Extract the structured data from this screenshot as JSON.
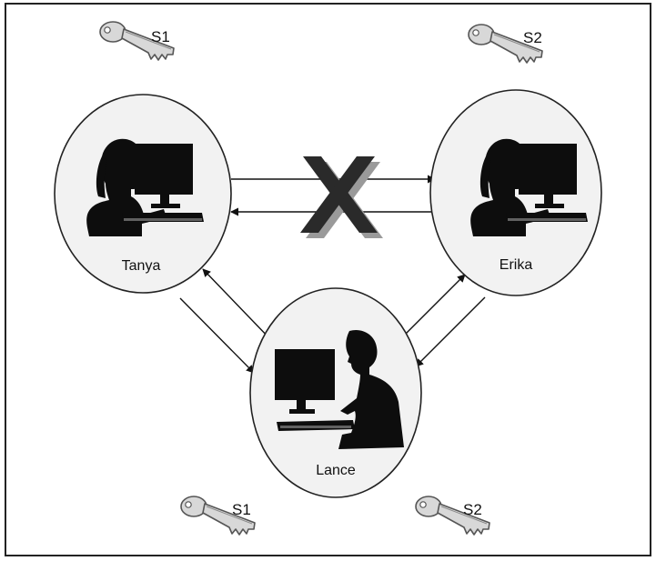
{
  "colors": {
    "outline": "#222222",
    "person": "#0d0d0d",
    "node_fill": "#f2f2f2",
    "key_fill": "#d8d8d8",
    "key_stroke": "#555555",
    "x_mark": "#2a2a2a",
    "x_shadow": "#9a9a9a"
  },
  "nodes": {
    "tanya": {
      "label": "Tanya",
      "icon": "woman-at-computer-icon"
    },
    "erika": {
      "label": "Erika",
      "icon": "woman-at-computer-icon"
    },
    "lance": {
      "label": "Lance",
      "icon": "man-at-computer-icon"
    }
  },
  "keys": {
    "top_left": {
      "label": "S1",
      "icon": "key-icon"
    },
    "top_right": {
      "label": "S2",
      "icon": "key-icon"
    },
    "bottom_left": {
      "label": "S1",
      "icon": "key-icon"
    },
    "bottom_right": {
      "label": "S2",
      "icon": "key-icon"
    }
  },
  "connections": [
    {
      "from": "Tanya",
      "to": "Erika",
      "status": "blocked"
    },
    {
      "from": "Erika",
      "to": "Tanya",
      "status": "blocked"
    },
    {
      "from": "Tanya",
      "to": "Lance",
      "status": "open"
    },
    {
      "from": "Lance",
      "to": "Tanya",
      "status": "open"
    },
    {
      "from": "Erika",
      "to": "Lance",
      "status": "open"
    },
    {
      "from": "Lance",
      "to": "Erika",
      "status": "open"
    }
  ],
  "blocked_icon": "x-mark-icon"
}
